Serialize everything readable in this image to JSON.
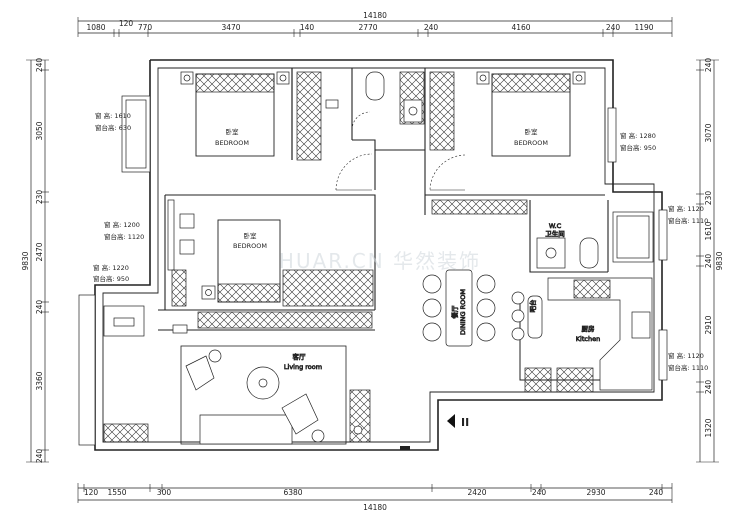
{
  "dimensions": {
    "top_total": "14180",
    "top": [
      "1080",
      "120",
      "770",
      "3470",
      "140",
      "2770",
      "240",
      "4160",
      "240",
      "1190"
    ],
    "bottom_total": "14180",
    "bottom": [
      "120",
      "1550",
      "300",
      "6380",
      "2420",
      "240",
      "2930",
      "240"
    ],
    "left_total": "9830",
    "left": [
      "240",
      "3050",
      "230",
      "2470",
      "240",
      "3360",
      "240"
    ],
    "right_total": "9830",
    "right": [
      "240",
      "3070",
      "230",
      "1610",
      "240",
      "2910",
      "240",
      "1320"
    ]
  },
  "rooms": {
    "bedroom1_cn": "卧室",
    "bedroom1_en": "BEDROOM",
    "bedroom2_cn": "卧室",
    "bedroom2_en": "BEDROOM",
    "bedroom3_cn": "卧室",
    "bedroom3_en": "BEDROOM",
    "bath_cn": "卫生间",
    "bath_en": "W.C",
    "dining_cn": "餐厅",
    "dining_en": "DINING ROOM",
    "bar_cn": "吧台",
    "kitchen_cn": "厨房",
    "kitchen_en": "Kitchen",
    "living_cn": "客厅",
    "living_en": "Living room"
  },
  "windows": {
    "w1": {
      "h": "窗  高: 1610",
      "sill": "窗台高: 630"
    },
    "w2": {
      "h": "窗  高: 1200",
      "sill": "窗台高: 1120"
    },
    "w3": {
      "h": "窗  高: 1220",
      "sill": "窗台高: 950"
    },
    "w4": {
      "h": "窗  高: 1280",
      "sill": "窗台高: 950"
    },
    "w5": {
      "h": "窗  高: 1120",
      "sill": "窗台高: 1110"
    },
    "w6": {
      "h": "窗  高: 1120",
      "sill": "窗台高: 1110"
    }
  },
  "watermark": "HUAR.CN 华然装饰",
  "entry_symbol": "II",
  "colors": {
    "line": "#222222",
    "accent": "#000000"
  }
}
